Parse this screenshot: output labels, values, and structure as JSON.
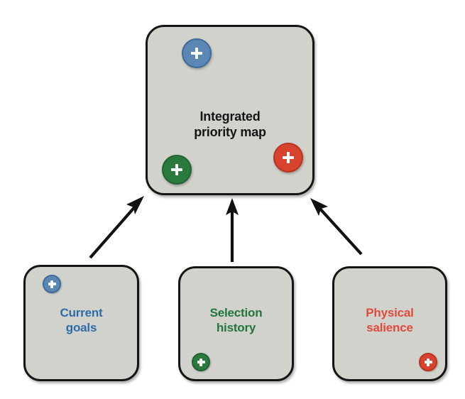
{
  "diagram": {
    "type": "priority-map-flow",
    "background_color": "#ffffff",
    "box_fill_color": "#d2d2cd",
    "box_border_color": "#151515",
    "colors": {
      "blue": "#5b87b4",
      "green": "#2a7a3e",
      "red": "#d8432f",
      "blue_text": "#2c6ca8",
      "green_text": "#22763c",
      "red_text": "#e04a3c",
      "title_text": "#151515"
    },
    "target": {
      "id": "integrated-priority-map",
      "label": "Integrated\npriority map",
      "markers": [
        {
          "name": "blue-plus-marker",
          "color": "blue",
          "icon": "plus-icon",
          "size": "large"
        },
        {
          "name": "green-plus-marker",
          "color": "green",
          "icon": "plus-icon",
          "size": "large"
        },
        {
          "name": "red-plus-marker",
          "color": "red",
          "icon": "plus-icon",
          "size": "large"
        }
      ]
    },
    "sources": [
      {
        "id": "current-goals",
        "label": "Current\ngoals",
        "text_color": "#2c6ca8",
        "marker": {
          "name": "blue-plus-marker",
          "color": "blue",
          "icon": "plus-icon",
          "position": "top-left"
        }
      },
      {
        "id": "selection-history",
        "label": "Selection\nhistory",
        "text_color": "#22763c",
        "marker": {
          "name": "green-plus-marker",
          "color": "green",
          "icon": "plus-icon",
          "position": "bottom-left"
        }
      },
      {
        "id": "physical-salience",
        "label": "Physical\nsalience",
        "text_color": "#e04a3c",
        "marker": {
          "name": "red-plus-marker",
          "color": "red",
          "icon": "plus-icon",
          "position": "bottom-right"
        }
      }
    ],
    "arrows": [
      {
        "name": "arrow-current-goals-to-map",
        "from": "current-goals",
        "to": "integrated-priority-map",
        "direction": "up-right"
      },
      {
        "name": "arrow-selection-history-to-map",
        "from": "selection-history",
        "to": "integrated-priority-map",
        "direction": "up"
      },
      {
        "name": "arrow-physical-salience-to-map",
        "from": "physical-salience",
        "to": "integrated-priority-map",
        "direction": "up-left"
      }
    ]
  }
}
